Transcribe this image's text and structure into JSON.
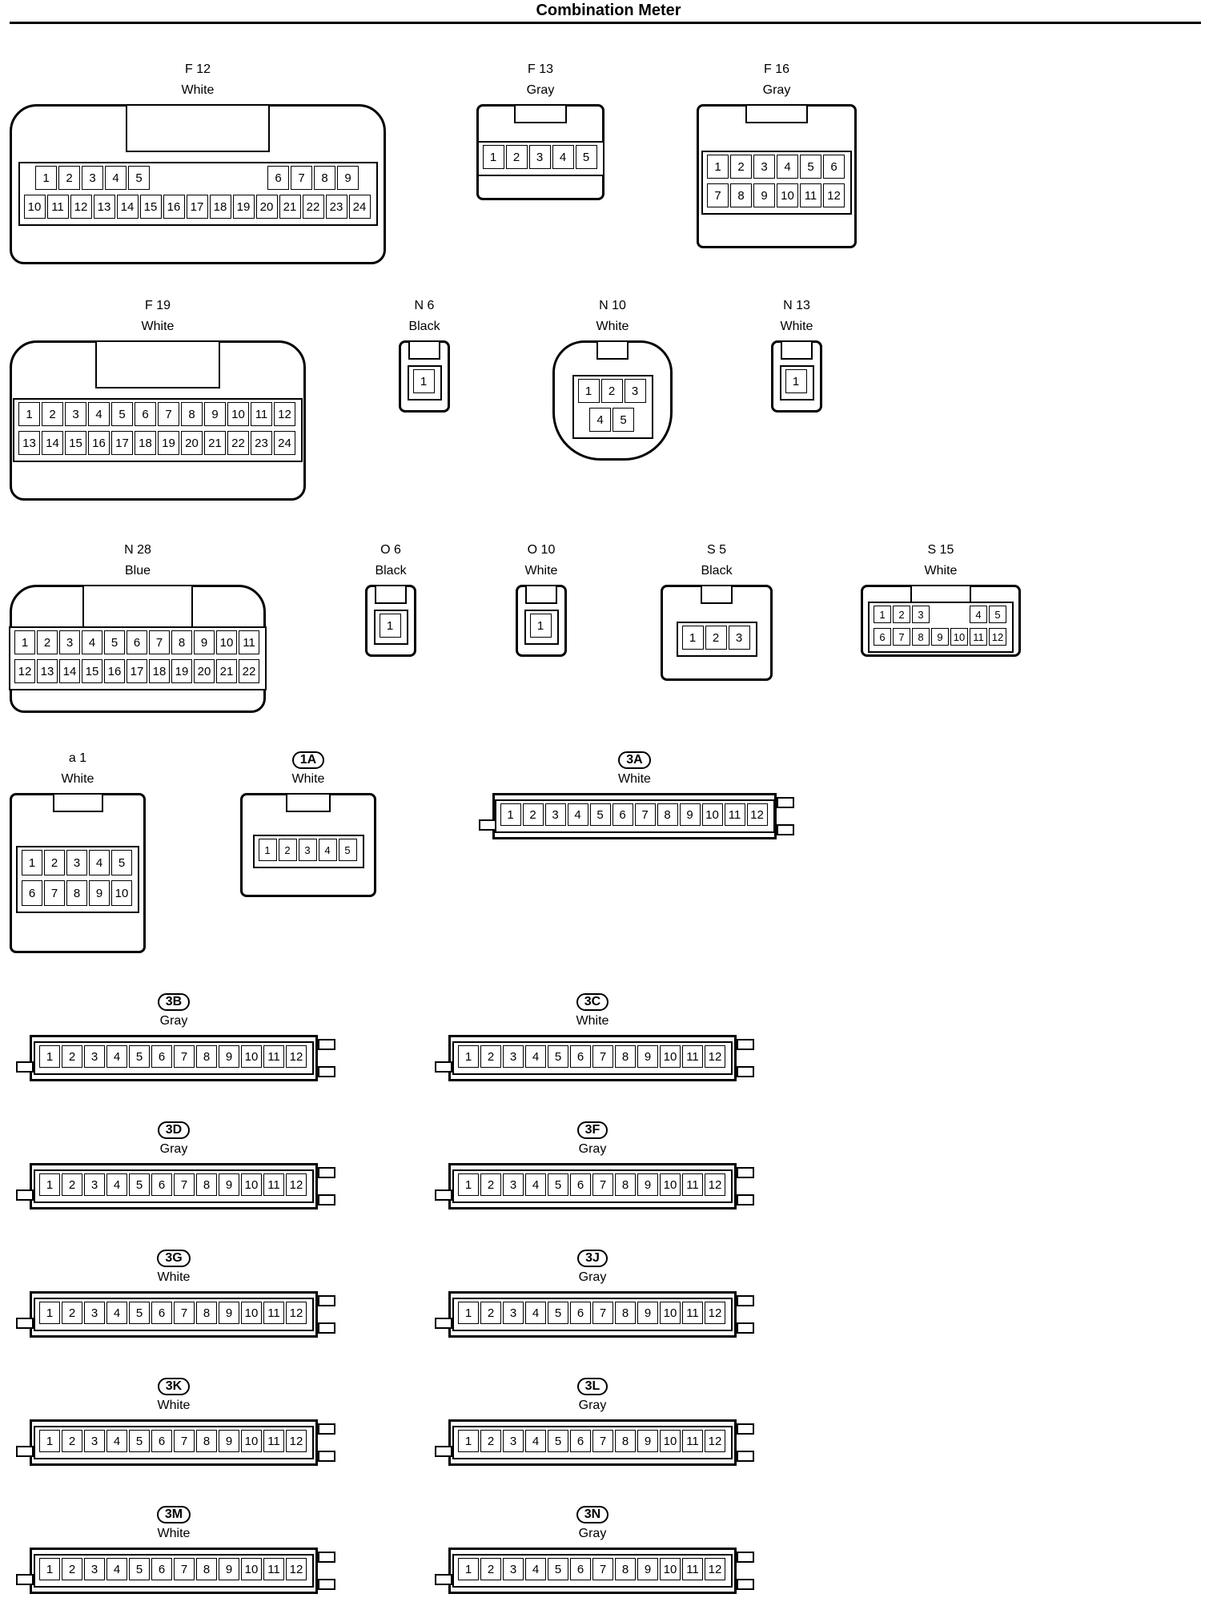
{
  "title": "Combination Meter",
  "connectors": [
    {
      "id": "F 12",
      "color": "White",
      "rows": [
        [
          "1",
          "2",
          "3",
          "4",
          "5",
          "",
          "",
          "",
          "",
          "",
          "6",
          "7",
          "8",
          "9"
        ],
        [
          "10",
          "11",
          "12",
          "13",
          "14",
          "15",
          "16",
          "17",
          "18",
          "19",
          "20",
          "21",
          "22",
          "23",
          "24"
        ]
      ]
    },
    {
      "id": "F 13",
      "color": "Gray",
      "rows": [
        [
          "1",
          "2",
          "3",
          "4",
          "5"
        ]
      ]
    },
    {
      "id": "F 16",
      "color": "Gray",
      "rows": [
        [
          "1",
          "2",
          "3",
          "4",
          "5",
          "6"
        ],
        [
          "7",
          "8",
          "9",
          "10",
          "11",
          "12"
        ]
      ]
    },
    {
      "id": "F 19",
      "color": "White",
      "rows": [
        [
          "1",
          "2",
          "3",
          "4",
          "5",
          "6",
          "7",
          "8",
          "9",
          "10",
          "11",
          "12"
        ],
        [
          "13",
          "14",
          "15",
          "16",
          "17",
          "18",
          "19",
          "20",
          "21",
          "22",
          "23",
          "24"
        ]
      ]
    },
    {
      "id": "N 6",
      "color": "Black",
      "rows": [
        [
          "1"
        ]
      ]
    },
    {
      "id": "N 10",
      "color": "White",
      "rows": [
        [
          "1",
          "2",
          "3"
        ],
        [
          "4",
          "5"
        ]
      ]
    },
    {
      "id": "N 13",
      "color": "White",
      "rows": [
        [
          "1"
        ]
      ]
    },
    {
      "id": "N 28",
      "color": "Blue",
      "rows": [
        [
          "1",
          "2",
          "3",
          "4",
          "5",
          "6",
          "7",
          "8",
          "9",
          "10",
          "11"
        ],
        [
          "12",
          "13",
          "14",
          "15",
          "16",
          "17",
          "18",
          "19",
          "20",
          "21",
          "22"
        ]
      ]
    },
    {
      "id": "O 6",
      "color": "Black",
      "rows": [
        [
          "1"
        ]
      ]
    },
    {
      "id": "O 10",
      "color": "White",
      "rows": [
        [
          "1"
        ]
      ]
    },
    {
      "id": "S 5",
      "color": "Black",
      "rows": [
        [
          "1",
          "2",
          "3"
        ]
      ]
    },
    {
      "id": "S 15",
      "color": "White",
      "rows": [
        [
          "1",
          "2",
          "3",
          "",
          "",
          "4",
          "5"
        ],
        [
          "6",
          "7",
          "8",
          "9",
          "10",
          "11",
          "12"
        ]
      ]
    },
    {
      "id": "a 1",
      "color": "White",
      "rows": [
        [
          "1",
          "2",
          "3",
          "4",
          "5"
        ],
        [
          "6",
          "7",
          "8",
          "9",
          "10"
        ]
      ]
    },
    {
      "id": "1A",
      "color": "White",
      "rows": [
        [
          "1",
          "2",
          "3",
          "4",
          "5"
        ]
      ]
    },
    {
      "id": "3A",
      "color": "White",
      "rows": [
        [
          "1",
          "2",
          "3",
          "4",
          "5",
          "6",
          "7",
          "8",
          "9",
          "10",
          "11",
          "12"
        ]
      ]
    },
    {
      "id": "3B",
      "color": "Gray",
      "rows": [
        [
          "1",
          "2",
          "3",
          "4",
          "5",
          "6",
          "7",
          "8",
          "9",
          "10",
          "11",
          "12"
        ]
      ]
    },
    {
      "id": "3C",
      "color": "White",
      "rows": [
        [
          "1",
          "2",
          "3",
          "4",
          "5",
          "6",
          "7",
          "8",
          "9",
          "10",
          "11",
          "12"
        ]
      ]
    },
    {
      "id": "3D",
      "color": "Gray",
      "rows": [
        [
          "1",
          "2",
          "3",
          "4",
          "5",
          "6",
          "7",
          "8",
          "9",
          "10",
          "11",
          "12"
        ]
      ]
    },
    {
      "id": "3F",
      "color": "Gray",
      "rows": [
        [
          "1",
          "2",
          "3",
          "4",
          "5",
          "6",
          "7",
          "8",
          "9",
          "10",
          "11",
          "12"
        ]
      ]
    },
    {
      "id": "3G",
      "color": "White",
      "rows": [
        [
          "1",
          "2",
          "3",
          "4",
          "5",
          "6",
          "7",
          "8",
          "9",
          "10",
          "11",
          "12"
        ]
      ]
    },
    {
      "id": "3J",
      "color": "Gray",
      "rows": [
        [
          "1",
          "2",
          "3",
          "4",
          "5",
          "6",
          "7",
          "8",
          "9",
          "10",
          "11",
          "12"
        ]
      ]
    },
    {
      "id": "3K",
      "color": "White",
      "rows": [
        [
          "1",
          "2",
          "3",
          "4",
          "5",
          "6",
          "7",
          "8",
          "9",
          "10",
          "11",
          "12"
        ]
      ]
    },
    {
      "id": "3L",
      "color": "Gray",
      "rows": [
        [
          "1",
          "2",
          "3",
          "4",
          "5",
          "6",
          "7",
          "8",
          "9",
          "10",
          "11",
          "12"
        ]
      ]
    },
    {
      "id": "3M",
      "color": "White",
      "rows": [
        [
          "1",
          "2",
          "3",
          "4",
          "5",
          "6",
          "7",
          "8",
          "9",
          "10",
          "11",
          "12"
        ]
      ]
    },
    {
      "id": "3N",
      "color": "Gray",
      "rows": [
        [
          "1",
          "2",
          "3",
          "4",
          "5",
          "6",
          "7",
          "8",
          "9",
          "10",
          "11",
          "12"
        ]
      ]
    }
  ]
}
